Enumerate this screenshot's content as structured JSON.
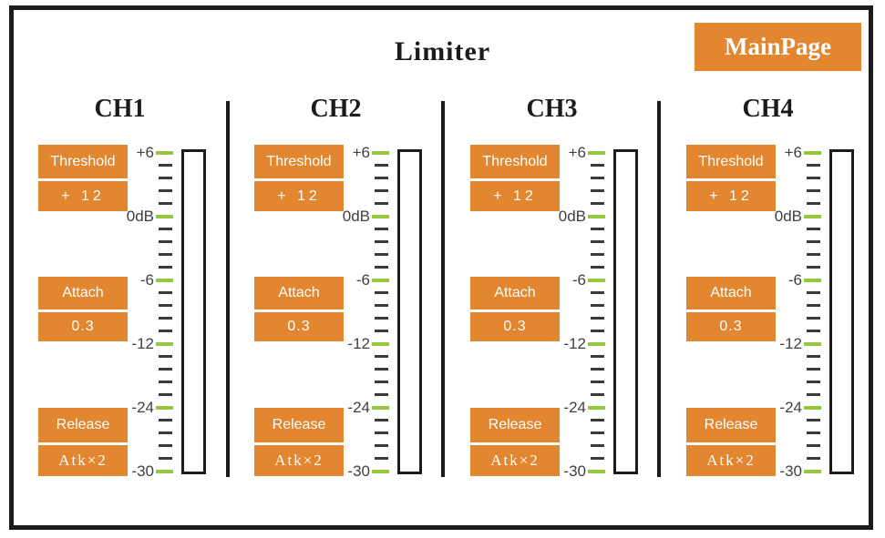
{
  "window": {
    "title": "Limiter",
    "main_page_button": "MainPage"
  },
  "colors": {
    "accent_orange": "#E2862F",
    "tick_green": "#97C83C",
    "tick_dark": "#3A3A3A",
    "ink_black": "#1B1B1B",
    "scale_text": "#404040"
  },
  "meter_scale": {
    "unit": "dB",
    "labels": [
      "+6",
      "0dB",
      "-6",
      "-12",
      "-24",
      "-30"
    ],
    "minor_ticks_per_interval": 4
  },
  "channels": [
    {
      "label": "CH1",
      "controls": {
        "threshold": {
          "label": "Threshold",
          "value": "+ 12"
        },
        "attach": {
          "label": "Attach",
          "value": "0.3"
        },
        "release": {
          "label": "Release",
          "value": "Atk×2"
        }
      }
    },
    {
      "label": "CH2",
      "controls": {
        "threshold": {
          "label": "Threshold",
          "value": "+ 12"
        },
        "attach": {
          "label": "Attach",
          "value": "0.3"
        },
        "release": {
          "label": "Release",
          "value": "Atk×2"
        }
      }
    },
    {
      "label": "CH3",
      "controls": {
        "threshold": {
          "label": "Threshold",
          "value": "+ 12"
        },
        "attach": {
          "label": "Attach",
          "value": "0.3"
        },
        "release": {
          "label": "Release",
          "value": "Atk×2"
        }
      }
    },
    {
      "label": "CH4",
      "controls": {
        "threshold": {
          "label": "Threshold",
          "value": "+ 12"
        },
        "attach": {
          "label": "Attach",
          "value": "0.3"
        },
        "release": {
          "label": "Release",
          "value": "Atk×2"
        }
      }
    }
  ]
}
